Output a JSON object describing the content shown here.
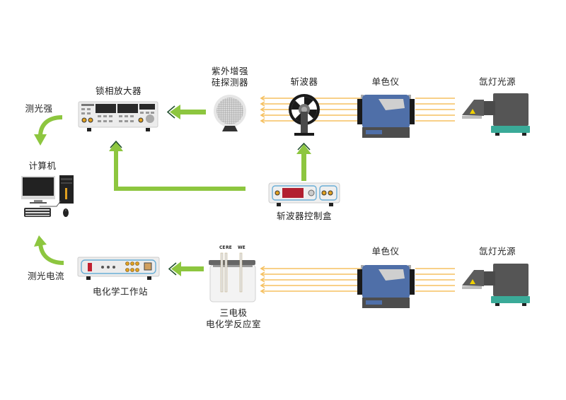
{
  "diagram": {
    "title": "",
    "top_row": {
      "light_source": "氙灯光源",
      "monochromator": "单色仪",
      "chopper": "斩波器",
      "detector": "紫外增强\n硅探测器",
      "detector_line1": "紫外增强",
      "detector_line2": "硅探测器",
      "lockin": "锁相放大器",
      "chopper_controller": "斩波器控制盒",
      "output_signal": "测光强"
    },
    "computer": "计算机",
    "bottom_row": {
      "light_source": "氙灯光源",
      "monochromator": "单色仪",
      "cell_line1": "三电极",
      "cell_line2": "电化学反应室",
      "electrode_labels": [
        "CE",
        "RE",
        "WE"
      ],
      "workstation": "电化学工作站",
      "output_signal": "测光电流"
    },
    "colors": {
      "arrow_green": "#8dc63f",
      "arrow_head_dark": "#1e4d2b",
      "light_beam": "#f5c060",
      "monochromator_blue": "#4f6fa8",
      "device_gray": "#555555",
      "base_teal": "#3aaa98"
    }
  }
}
